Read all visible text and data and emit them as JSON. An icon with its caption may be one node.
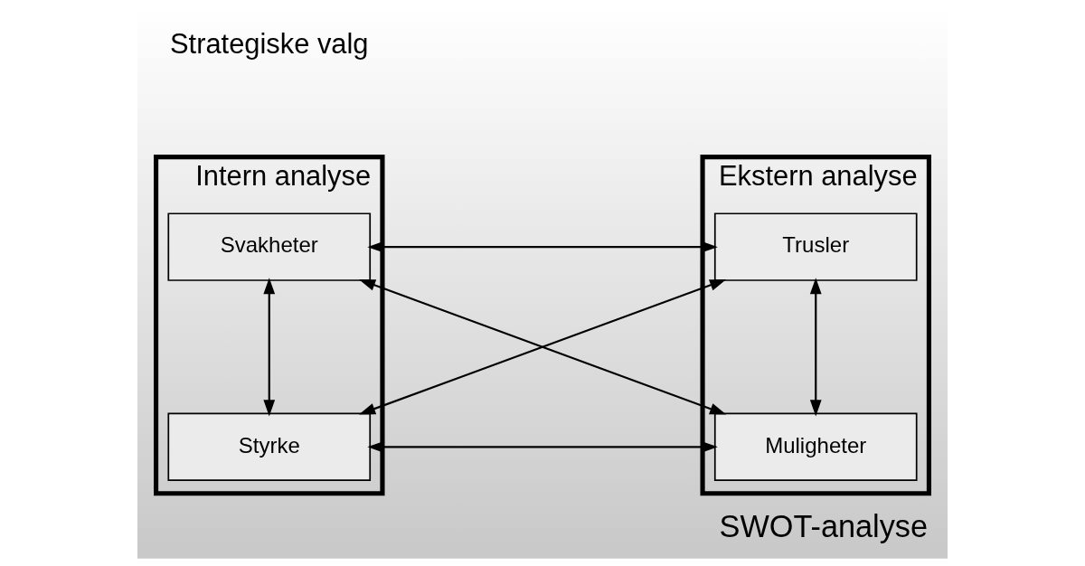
{
  "diagram": {
    "title": "SWOT-analyse",
    "nodes": [
      {
        "text": [
          "Intern analyse"
        ]
      },
      {
        "text": [
          "Styrke"
        ],
        "in": 0
      },
      {
        "text": [
          "Svakheter"
        ],
        "in": 0
      },
      {
        "text": [
          "Ekstern analyse"
        ]
      },
      {
        "text": [
          "Muligheter"
        ],
        "in": 3
      },
      {
        "text": [
          "Trusler"
        ],
        "in": 3
      }
    ],
    "edges": [
      {
        "from": 1,
        "to": 4,
        "arrow": "both"
      },
      {
        "from": 1,
        "to": 5,
        "arrow": "both"
      },
      {
        "from": 2,
        "to": 4,
        "arrow": "both"
      },
      {
        "from": 2,
        "to": 5,
        "arrow": "both"
      },
      {
        "from": 1,
        "to": 2,
        "arrow": "both"
      },
      {
        "from": 4,
        "to": 5,
        "arrow": "both"
      }
    ],
    "labels": [
      "Strategiske valg"
    ]
  }
}
